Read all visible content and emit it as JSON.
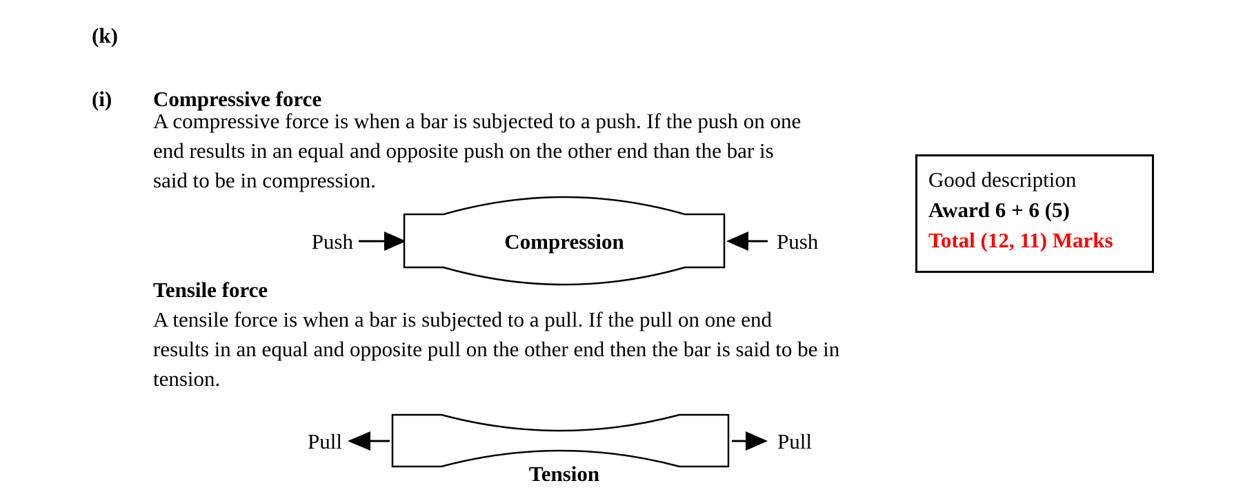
{
  "labels": {
    "k": "(k)",
    "i": "(i)"
  },
  "compressive": {
    "heading": "Compressive force",
    "lines": [
      "A compressive force is when a bar is subjected to a push. If the push on one",
      "end results in an equal and opposite push on the other end than the bar is",
      "said to be in compression."
    ],
    "diagram": {
      "left_label": "Push",
      "left_arrow_icon": "arrow-right-icon",
      "bar_label": "Compression",
      "right_arrow_icon": "arrow-left-icon",
      "right_label": "Push"
    }
  },
  "tensile": {
    "heading": "Tensile force",
    "lines": [
      "A tensile force is when a bar is subjected to a pull. If the pull on one end",
      "results in an equal and opposite pull on the other end then the bar is said to be in",
      "tension."
    ],
    "diagram": {
      "left_label": "Pull",
      "left_arrow_icon": "arrow-left-icon",
      "bar_label": "Tension",
      "right_arrow_icon": "arrow-right-icon",
      "right_label": "Pull"
    }
  },
  "annotation": {
    "line1": "Good description",
    "line2": "Award 6 + 6 (5)",
    "line3": "Total (12, 11) Marks",
    "accent_color": "#ff0000",
    "ink_color": "#000000"
  }
}
